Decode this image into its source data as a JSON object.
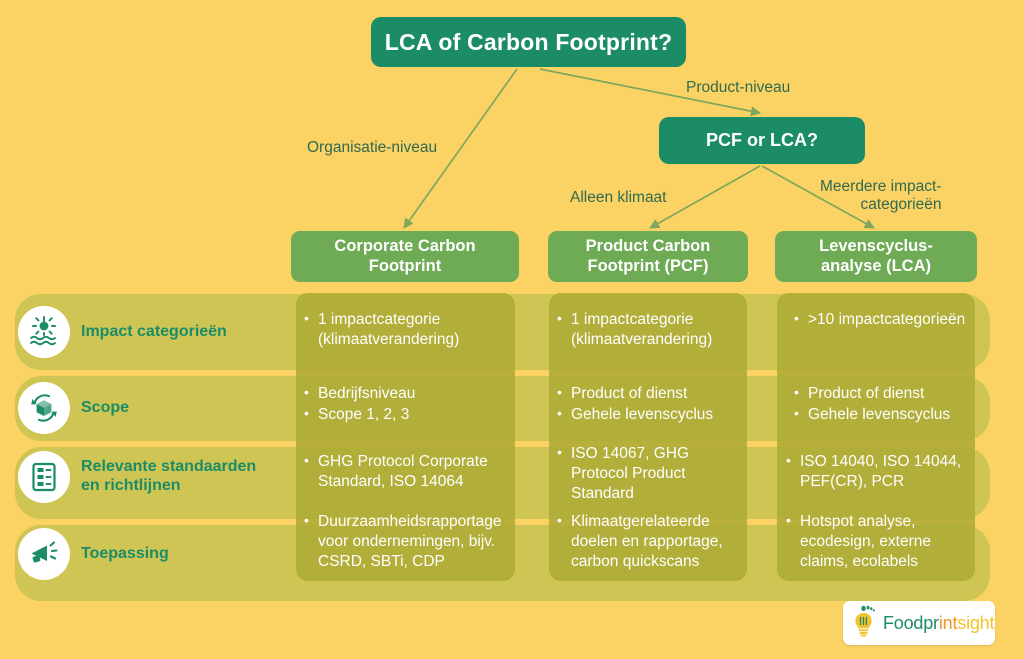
{
  "colors": {
    "background": "#FBD264",
    "node_dark_green": "#1C8C66",
    "node_light_green": "#6FAA55",
    "row_band": "#CFC555",
    "column_panel": "#A9A832",
    "label_text_green": "#1C8C66",
    "edge_label_green": "#2F6B4F",
    "connector_line": "#7FA85C",
    "cell_text": "#FFFFFF"
  },
  "flow": {
    "root": {
      "label": "LCA of Carbon Footprint?"
    },
    "decision": {
      "label": "PCF or LCA?"
    },
    "edges": [
      {
        "name": "organisatie-niveau",
        "label": "Organisatie-niveau"
      },
      {
        "name": "product-niveau",
        "label": "Product-niveau"
      },
      {
        "name": "alleen-klimaat",
        "label": "Alleen klimaat"
      },
      {
        "name": "meerdere-impact-categorieen",
        "label": "Meerdere impact-\ncategorieën"
      }
    ]
  },
  "columns": [
    {
      "label": "Corporate Carbon\nFootprint"
    },
    {
      "label": "Product Carbon\nFootprint (PCF)"
    },
    {
      "label": "Levenscyclus-\nanalyse (LCA)"
    }
  ],
  "rows": [
    {
      "label": "Impact categorieën",
      "icon": "sun-over-water-icon",
      "cells": [
        [
          "1 impactcategorie (klimaatverandering)"
        ],
        [
          "1 impactcategorie (klimaatverandering)"
        ],
        [
          ">10 impactcategorieën"
        ]
      ]
    },
    {
      "label": "Scope",
      "icon": "box-recycle-icon",
      "cells": [
        [
          "Bedrijfsniveau",
          "Scope 1, 2, 3"
        ],
        [
          "Product of dienst",
          "Gehele levenscyclus"
        ],
        [
          "Product of dienst",
          "Gehele levenscyclus"
        ]
      ]
    },
    {
      "label": "Relevante standaarden\nen richtlijnen",
      "icon": "checklist-clipboard-icon",
      "cells": [
        [
          "GHG Protocol Corporate Standard, ISO 14064"
        ],
        [
          "ISO 14067, GHG Protocol Product Standard"
        ],
        [
          "ISO 14040, ISO 14044, PEF(CR), PCR"
        ]
      ]
    },
    {
      "label": "Toepassing",
      "icon": "megaphone-icon",
      "cells": [
        [
          "Duurzaamheidsrapportage voor ondernemingen, bijv. CSRD, SBTi, CDP"
        ],
        [
          "Klimaatgerelateerde doelen en rapportage, carbon quickscans"
        ],
        [
          "Hotspot analyse, ecodesign, externe claims, ecolabels"
        ]
      ]
    }
  ],
  "logo": {
    "part1": "Foodpr",
    "part2": "int",
    "part3": "sight",
    "icon": "lightbulb-footprint-icon"
  }
}
